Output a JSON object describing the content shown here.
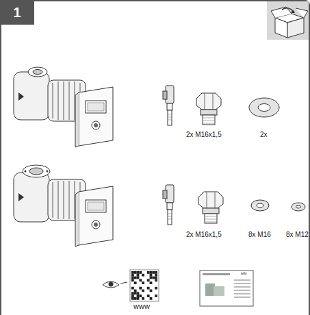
{
  "diagram": {
    "nodes": [
      {
        "text": [
          "1"
        ]
      }
    ],
    "labels": [
      "2x M16x1,5",
      "2x",
      "2x M16x1,5",
      "8x M16",
      "8x M12",
      "www",
      "wilo"
    ]
  }
}
